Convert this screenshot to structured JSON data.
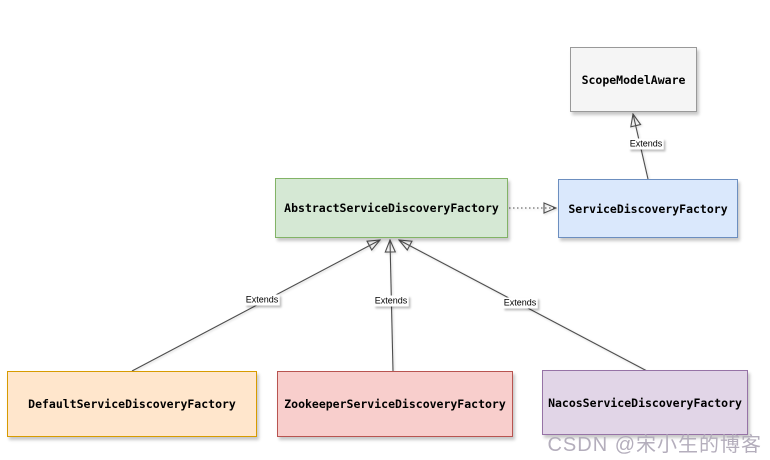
{
  "diagram": {
    "type": "uml-class-diagram",
    "edge_color": "#4d4d4d",
    "nodes": [
      {
        "id": "scope-model-aware",
        "label": "ScopeModelAware",
        "fill": "#f5f5f5",
        "border": "#999999"
      },
      {
        "id": "service-discovery-factory",
        "label": "ServiceDiscoveryFactory",
        "fill": "#dae8fc",
        "border": "#6c8ebf"
      },
      {
        "id": "abstract-service-discovery-factory",
        "label": "AbstractServiceDiscoveryFactory",
        "fill": "#d5e8d4",
        "border": "#82b366"
      },
      {
        "id": "default-service-discovery-factory",
        "label": "DefaultServiceDiscoveryFactory",
        "fill": "#ffe6cc",
        "border": "#d79b00"
      },
      {
        "id": "zookeeper-service-discovery-factory",
        "label": "ZookeeperServiceDiscoveryFactory",
        "fill": "#f8cecc",
        "border": "#b85450"
      },
      {
        "id": "nacos-service-discovery-factory",
        "label": "NacosServiceDiscoveryFactory",
        "fill": "#e1d5e7",
        "border": "#9673a6"
      }
    ],
    "edges": [
      {
        "from": "ServiceDiscoveryFactory",
        "to": "ScopeModelAware",
        "label": "Extends",
        "style": "solid",
        "arrow": "hollow-triangle"
      },
      {
        "from": "AbstractServiceDiscoveryFactory",
        "to": "ServiceDiscoveryFactory",
        "label": "",
        "style": "dotted",
        "arrow": "hollow-triangle"
      },
      {
        "from": "DefaultServiceDiscoveryFactory",
        "to": "AbstractServiceDiscoveryFactory",
        "label": "Extends",
        "style": "solid",
        "arrow": "hollow-triangle"
      },
      {
        "from": "ZookeeperServiceDiscoveryFactory",
        "to": "AbstractServiceDiscoveryFactory",
        "label": "Extends",
        "style": "solid",
        "arrow": "hollow-triangle"
      },
      {
        "from": "NacosServiceDiscoveryFactory",
        "to": "AbstractServiceDiscoveryFactory",
        "label": "Extends",
        "style": "solid",
        "arrow": "hollow-triangle"
      }
    ]
  },
  "watermark": {
    "text": "CSDN @宋小生的博客",
    "color": "#b4aebc"
  }
}
